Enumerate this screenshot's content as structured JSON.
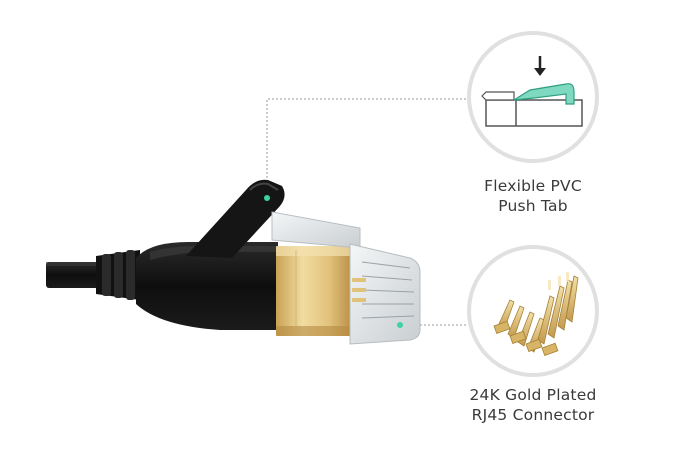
{
  "callouts": [
    {
      "id": "push-tab",
      "line1": "Flexible PVC",
      "line2": "Push Tab",
      "icon": "push-tab-detail-icon"
    },
    {
      "id": "gold-contacts",
      "line1": "24K Gold Plated",
      "line2": "RJ45 Connector",
      "icon": "gold-contacts-detail-icon"
    }
  ],
  "colors": {
    "background": "#ffffff",
    "cable_black": "#141414",
    "gold": "#e3c57f",
    "push_tab_accent": "#5ecfae",
    "callout_circle": "#e0e0e0",
    "label_text": "#3a3a3a"
  }
}
